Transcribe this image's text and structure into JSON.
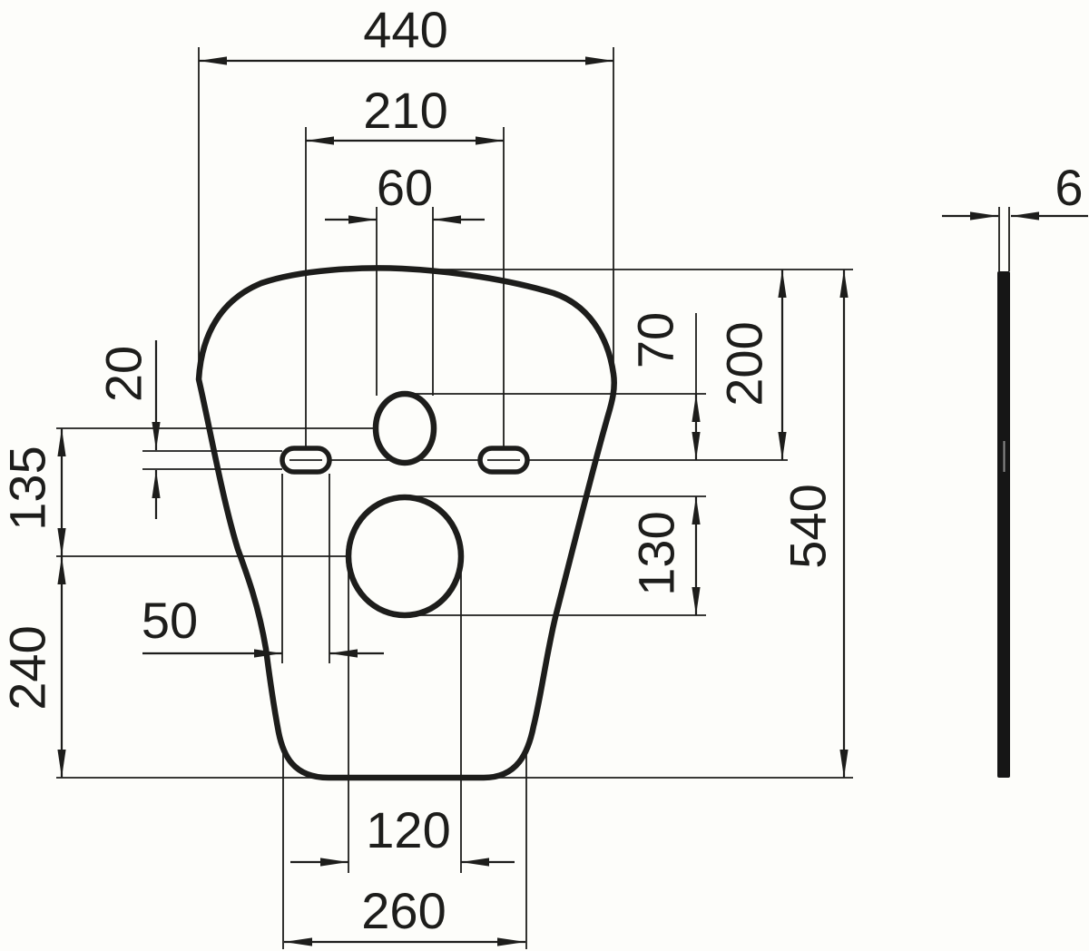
{
  "drawing": {
    "type": "technical-dimension-drawing",
    "background": "#fdfdfa",
    "line_color": "#1d1d1b",
    "front_view": {
      "dimensions": {
        "overall_width": "440",
        "fixing_hole_centres": "210",
        "inlet_hole_width": "60",
        "fixing_slot_height": "20",
        "inlet_to_outlet_centres": "135",
        "outlet_centre_to_base": "240",
        "fixing_slot_width": "50",
        "outlet_hole_width": "120",
        "base_width": "260",
        "inlet_top_to_fixing_line": "70",
        "top_to_fixing_line": "200",
        "outlet_hole_height": "130",
        "overall_height": "540"
      }
    },
    "side_view": {
      "dimensions": {
        "thickness": "6"
      }
    }
  }
}
